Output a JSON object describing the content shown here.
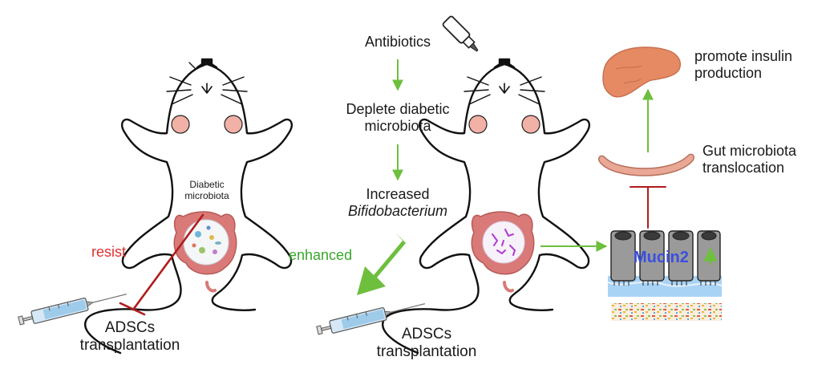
{
  "left_panel": {
    "microbiota_label": [
      "Diabetic",
      "microbiota"
    ],
    "resist_label": "resist",
    "transplant_label": [
      "ADSCs",
      "transplantation"
    ]
  },
  "flow": {
    "steps": [
      [
        "Antibiotics"
      ],
      [
        "Deplete diabetic",
        "microbiota"
      ],
      [
        "Increased",
        "Bifidobacterium"
      ]
    ],
    "enhanced_label": "enhanced",
    "transplant_label": [
      "ADSCs",
      "transplantation"
    ]
  },
  "right_panel": {
    "insulin_label": [
      "promote  insulin",
      "production"
    ],
    "translocation_label": [
      "Gut microbiota",
      "translocation"
    ],
    "mucin_label": "Mucin2"
  },
  "colors": {
    "inhibit_red": "#b01c1c",
    "resist_red": "#e03030",
    "arrow_green": "#6dbf3d",
    "enhanced_green": "#3aa62e",
    "mucin_blue": "#3a4fe0",
    "intestine_pink": "#d97a78",
    "pancreas_orange": "#e58a63",
    "mucus_blue": "#a9d3f5"
  },
  "icons": [
    "mouse-left",
    "mouse-right",
    "syringe-left",
    "syringe-right",
    "dropper-bottle",
    "pancreas",
    "gut-segment",
    "epithelial-cells"
  ]
}
